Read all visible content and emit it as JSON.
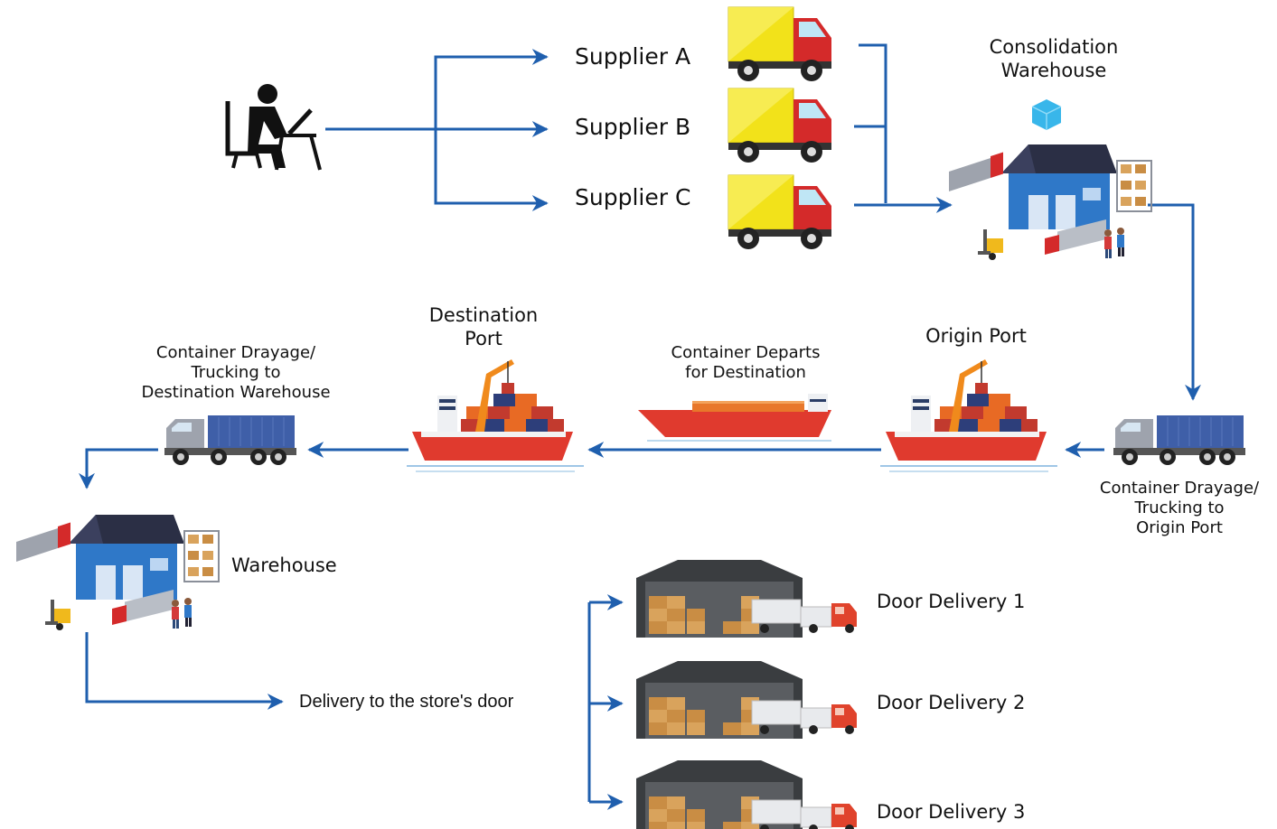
{
  "diagram": {
    "suppliers": [
      "Supplier A",
      "Supplier B",
      "Supplier C"
    ],
    "consolidation": {
      "line1": "Consolidation",
      "line2": "Warehouse"
    },
    "trucking_origin": {
      "line1": "Container Drayage/",
      "line2": "Trucking to",
      "line3": "Origin Port"
    },
    "origin_port": "Origin Port",
    "departs": {
      "line1": "Container Departs",
      "line2": "for Destination"
    },
    "destination_port": {
      "line1": "Destination",
      "line2": "Port"
    },
    "trucking_destination": {
      "line1": "Container Drayage/",
      "line2": "Trucking to",
      "line3": "Destination Warehouse"
    },
    "warehouse": "Warehouse",
    "store_delivery": "Delivery to the store's door",
    "door_deliveries": [
      "Door Delivery 1",
      "Door Delivery 2",
      "Door Delivery 3"
    ]
  },
  "colors": {
    "arrow": "#1f5fae",
    "truck_cargo": "#f2e21a",
    "truck_cab": "#d42a2a",
    "building": "#2f78c8",
    "roof": "#2b2f45",
    "container_truck": "#3f5fa8",
    "ship_hull": "#e03a2e",
    "crane": "#f08a1c"
  },
  "icons": [
    "person-at-computer-icon",
    "delivery-truck-icon",
    "warehouse-icon",
    "container-truck-icon",
    "cargo-ship-icon",
    "distribution-center-icon"
  ]
}
